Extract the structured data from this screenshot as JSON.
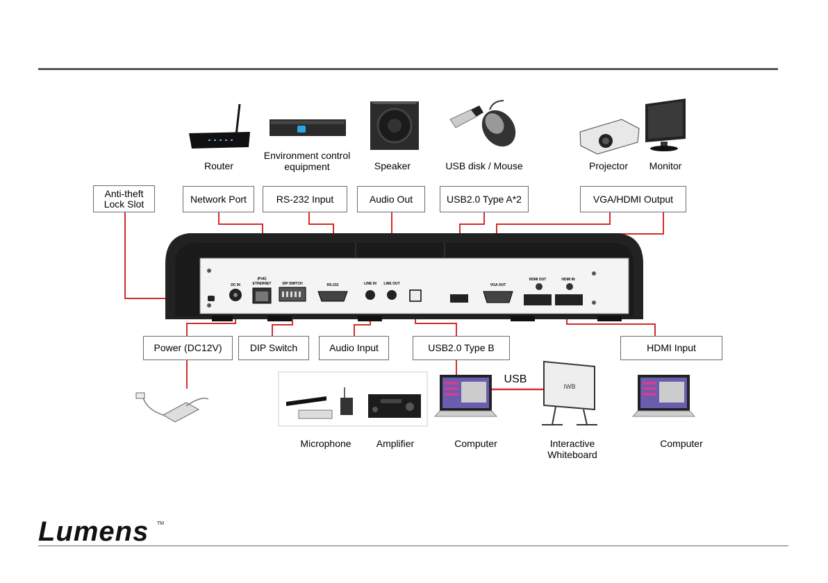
{
  "brand": {
    "logo_text": "Lumens",
    "trademark": "TM"
  },
  "device_labels": {
    "router": "Router",
    "environment_control": "Environment control equipment",
    "speaker": "Speaker",
    "usb_disk_mouse": "USB disk / Mouse",
    "projector": "Projector",
    "monitor": "Monitor",
    "microphone": "Microphone",
    "amplifier": "Amplifier",
    "computer_left": "Computer",
    "interactive_whiteboard": "Interactive Whiteboard",
    "computer_right": "Computer",
    "usb_link": "USB",
    "iwb_screen": "IWB"
  },
  "port_boxes": {
    "anti_theft": "Anti-theft Lock Slot",
    "network_port": "Network Port",
    "rs232_input": "RS-232 Input",
    "audio_out": "Audio Out",
    "usb_type_a": "USB2.0 Type A*2",
    "vga_hdmi_output": "VGA/HDMI Output",
    "power": "Power (DC12V)",
    "dip_switch": "DIP Switch",
    "audio_input": "Audio Input",
    "usb_type_b": "USB2.0 Type B",
    "hdmi_input": "HDMI Input"
  },
  "panel_labels": {
    "dc_in": "DC IN",
    "poe": "(PoE)",
    "ethernet": "ETHERNET",
    "dip": "DIP SWITCH",
    "rs232": "RS-232",
    "line_in": "LINE IN",
    "line_out": "LINE OUT",
    "vga_out": "VGA OUT",
    "hdmi_out": "HDMI OUT",
    "hdmi_in": "HDMI IN"
  },
  "colors": {
    "connector_line": "#d42a2a",
    "box_border": "#6a6a6a",
    "device_body": "#1a1a1a"
  }
}
